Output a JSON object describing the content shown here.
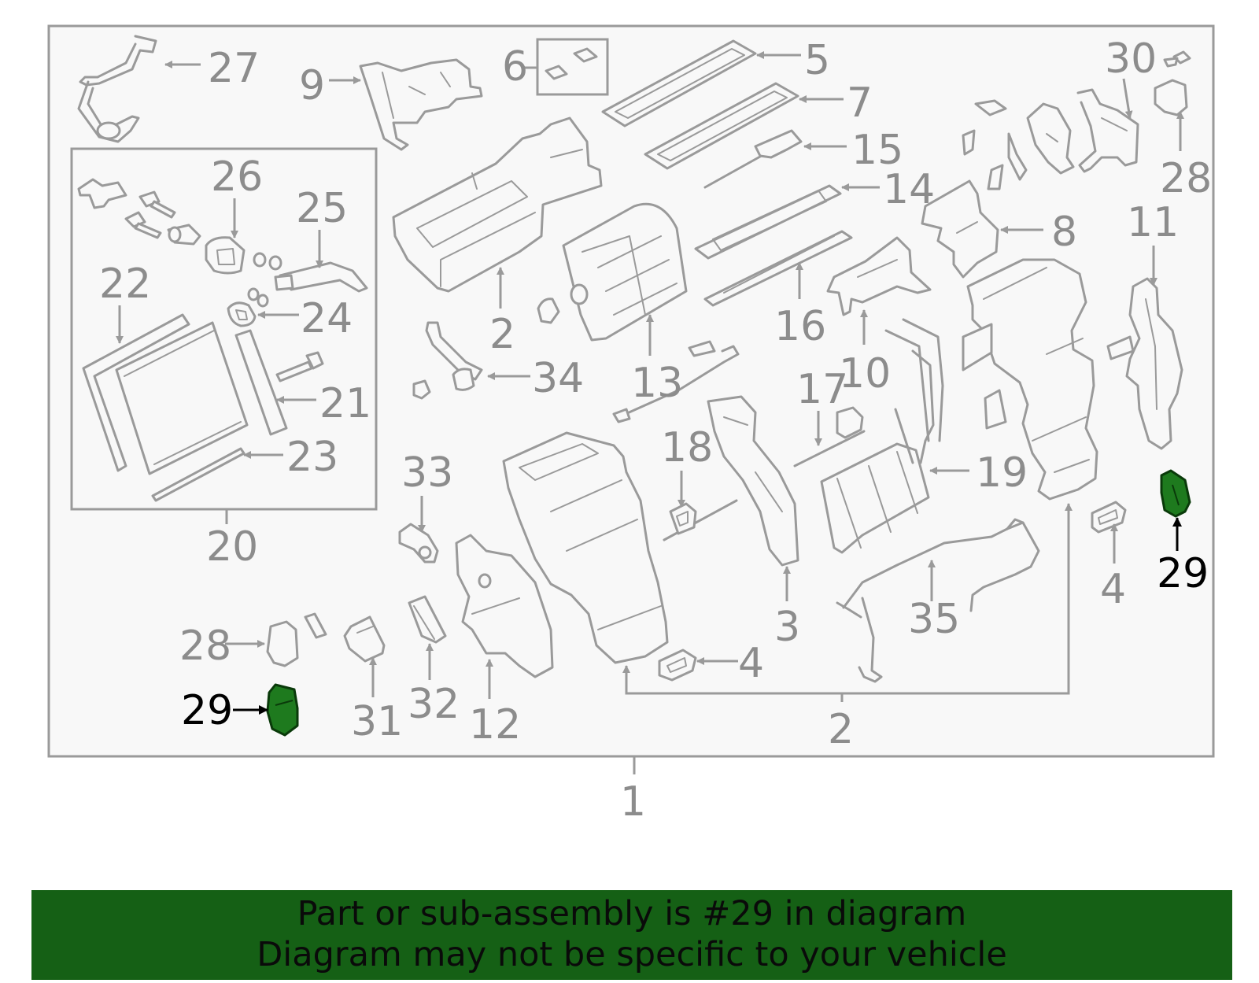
{
  "diagram": {
    "labels": {
      "n1": "1",
      "n2a": "2",
      "n2b": "2",
      "n3": "3",
      "n4a": "4",
      "n4b": "4",
      "n5": "5",
      "n6": "6",
      "n7": "7",
      "n8": "8",
      "n9": "9",
      "n10": "10",
      "n11": "11",
      "n12": "12",
      "n13": "13",
      "n14": "14",
      "n15": "15",
      "n16": "16",
      "n17": "17",
      "n18": "18",
      "n19": "19",
      "n20": "20",
      "n21": "21",
      "n22": "22",
      "n23": "23",
      "n24": "24",
      "n25": "25",
      "n26": "26",
      "n27": "27",
      "n28a": "28",
      "n28b": "28",
      "n29a": "29",
      "n29b": "29",
      "n30": "30",
      "n31": "31",
      "n32": "32",
      "n33": "33",
      "n34": "34",
      "n35": "35"
    },
    "highlighted_part": "29",
    "colors": {
      "highlight": "#1e7a1e",
      "banner": "#156015",
      "line": "#9a9a9a"
    }
  },
  "banner": {
    "line1": "Part or sub-assembly is #29 in diagram",
    "line2": "Diagram may not be specific to your vehicle"
  }
}
